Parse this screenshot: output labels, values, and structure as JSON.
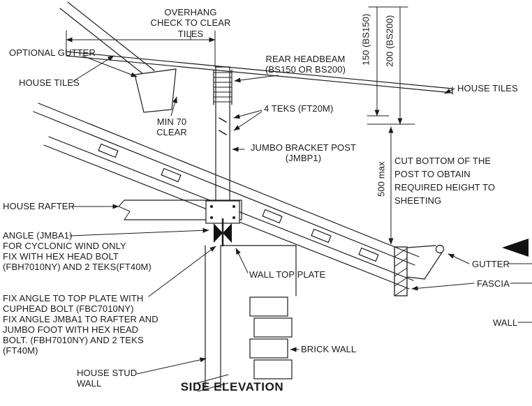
{
  "drawing": {
    "title": "SIDE ELEVATION",
    "labels": {
      "overhang": "OVERHANG\nCHECK TO CLEAR TILES",
      "optional_gutter": "OPTIONAL GUTTER",
      "house_tiles_left": "HOUSE TILES",
      "rear_headbeam": "REAR HEADBEAM\n(BS150 OR BS200)",
      "house_tiles_right": "HOUSE TILES",
      "four_teks": "4 TEKS (FT20M)",
      "min_clear": "MIN 70\nCLEAR",
      "jumbo_bracket_post": "JUMBO BRACKET POST\n(JMBP1)",
      "cut_bottom_note": "CUT BOTTOM OF THE\nPOST TO OBTAIN\nREQUIRED HEIGHT TO\nSHEETING",
      "house_rafter": "HOUSE RAFTER",
      "angle_note": "ANGLE (JMBA1)\nFOR CYCLONIC WIND ONLY\nFIX WITH HEX HEAD BOLT\n(FBH7010NY) AND 2 TEKS(FT40M)",
      "fix_angle_note": "FIX ANGLE TO TOP PLATE WITH\nCUPHEAD BOLT (FBC7010NY)\nFIX ANGLE JMBA1 TO RAFTER AND\nJUMBO FOOT WITH HEX HEAD\nBOLT. (FBH7010NY) AND 2 TEKS\n(FT40M)",
      "wall_top_plate": "WALL TOP PLATE",
      "gutter": "GUTTER",
      "fascia": "FASCIA",
      "wall": "WALL",
      "brick_wall": "BRICK WALL",
      "house_stud_wall": "HOUSE STUD\nWALL"
    },
    "dimensions": {
      "headbeam_150": "150  (BS150)",
      "headbeam_200": "200  (BS200)",
      "post_max": "500 max"
    },
    "colors": {
      "line": "#1b1b1b",
      "background": "#ffffff"
    }
  }
}
